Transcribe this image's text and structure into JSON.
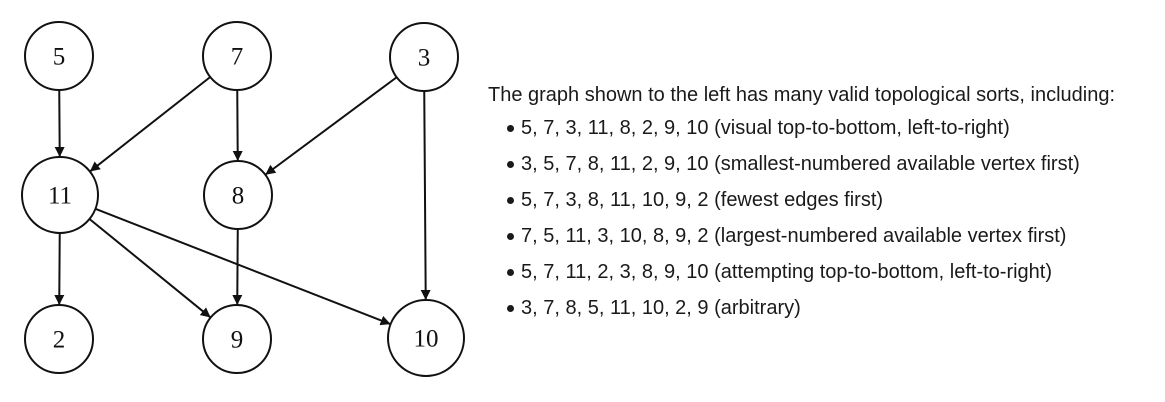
{
  "graph": {
    "nodes": [
      {
        "id": "n5",
        "label": "5"
      },
      {
        "id": "n7",
        "label": "7"
      },
      {
        "id": "n3",
        "label": "3"
      },
      {
        "id": "n11",
        "label": "11"
      },
      {
        "id": "n8",
        "label": "8"
      },
      {
        "id": "n2",
        "label": "2"
      },
      {
        "id": "n9",
        "label": "9"
      },
      {
        "id": "n10",
        "label": "10"
      }
    ],
    "edges": [
      {
        "from": "n5",
        "to": "n11"
      },
      {
        "from": "n7",
        "to": "n11"
      },
      {
        "from": "n7",
        "to": "n8"
      },
      {
        "from": "n3",
        "to": "n8"
      },
      {
        "from": "n3",
        "to": "n10"
      },
      {
        "from": "n11",
        "to": "n2"
      },
      {
        "from": "n11",
        "to": "n9"
      },
      {
        "from": "n11",
        "to": "n10"
      },
      {
        "from": "n8",
        "to": "n9"
      }
    ]
  },
  "caption": {
    "intro": "The graph shown to the left has many valid topological sorts, including:",
    "sorts": [
      "5, 7, 3, 11, 8, 2, 9, 10 (visual top-to-bottom, left-to-right)",
      "3, 5, 7, 8, 11, 2, 9, 10 (smallest-numbered available vertex first)",
      "5, 7, 3, 8, 11, 10, 9, 2 (fewest edges first)",
      "7, 5, 11, 3, 10, 8, 9, 2 (largest-numbered available vertex first)",
      "5, 7, 11, 2, 3, 8, 9, 10 (attempting top-to-bottom, left-to-right)",
      "3, 7, 8, 5, 11, 10, 2, 9 (arbitrary)"
    ]
  }
}
